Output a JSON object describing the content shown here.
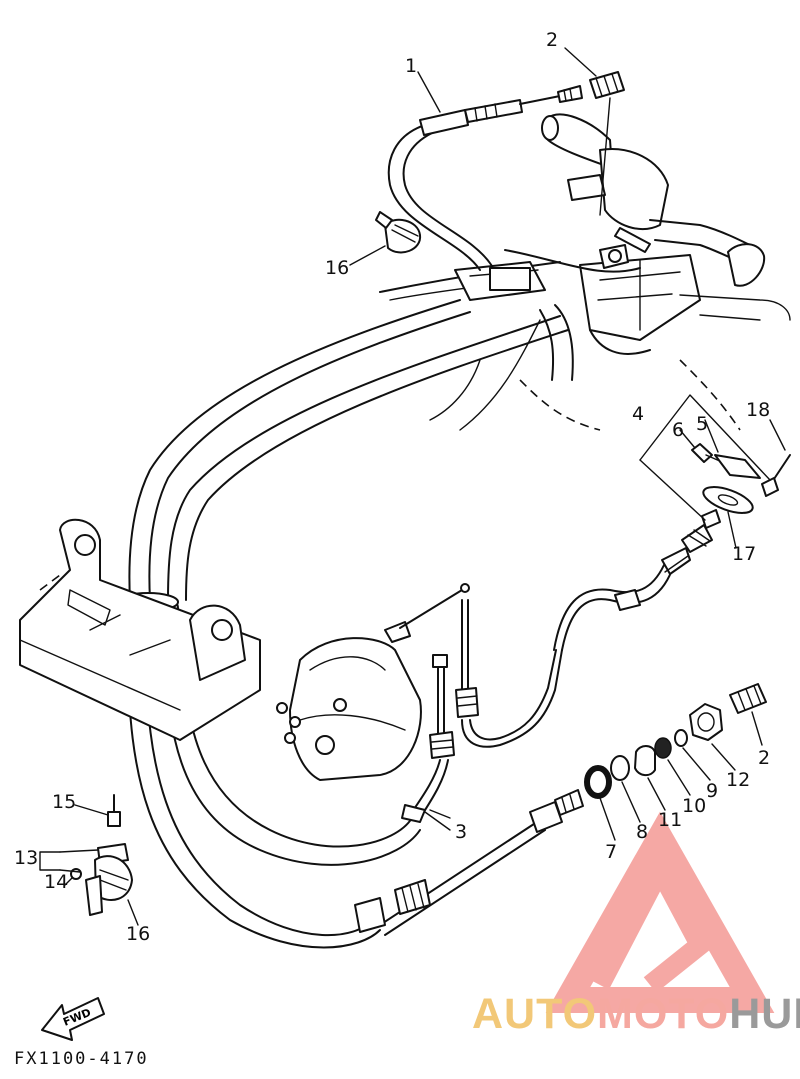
{
  "callouts": {
    "c1": "1",
    "c2a": "2",
    "c2b": "2",
    "c3": "3",
    "c4": "4",
    "c5": "5",
    "c6": "6",
    "c7": "7",
    "c8": "8",
    "c9": "9",
    "c10": "10",
    "c11": "11",
    "c12": "12",
    "c13": "13",
    "c14": "14",
    "c15": "15",
    "c16a": "16",
    "c16b": "16",
    "c17": "17",
    "c18": "18"
  },
  "fwd_label": "FWD",
  "reference_code": "FX1100-4170",
  "watermark": {
    "part1": "AUTO",
    "part2": "MOTO",
    "part3": "HUB"
  },
  "colors": {
    "line": "#111111",
    "watermark_red": "#f28c86",
    "watermark_yellow": "#f2c878",
    "watermark_gray": "#9a9a9a"
  }
}
